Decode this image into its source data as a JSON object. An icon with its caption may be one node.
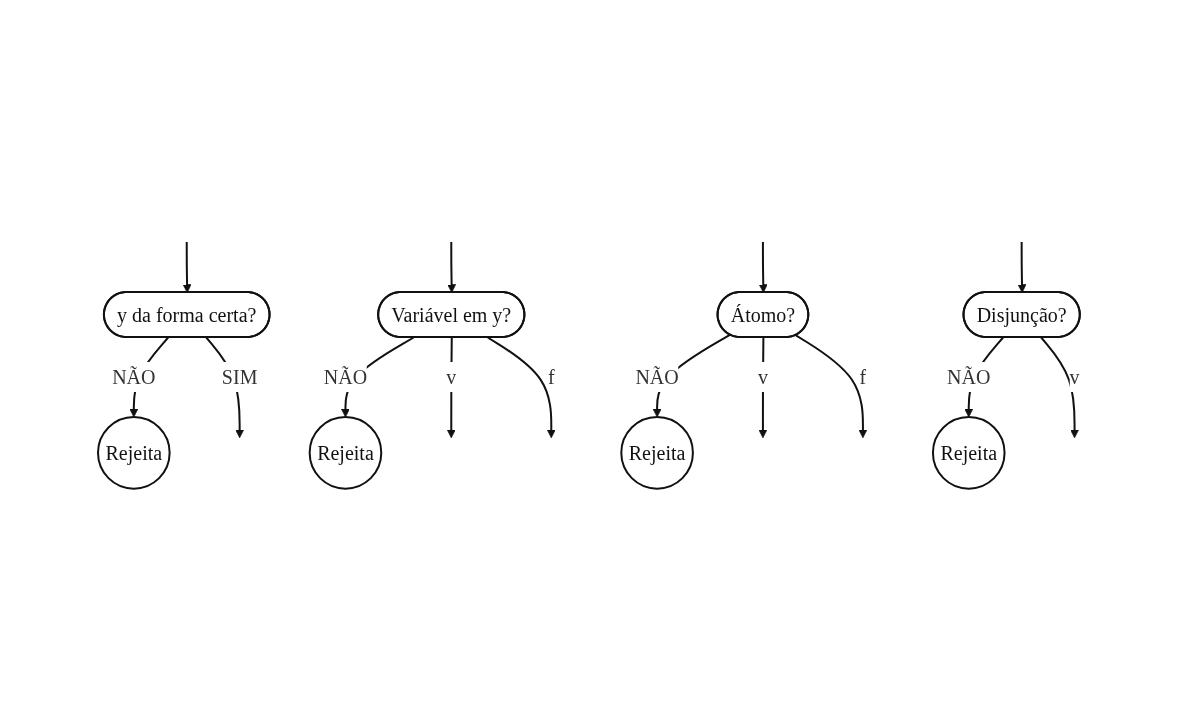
{
  "diagram": {
    "nodes": [
      {
        "text": [
          "y da forma certa?"
        ]
      },
      {
        "text": [
          "Rejeita"
        ]
      },
      {
        "text": [
          "Variável em y?"
        ]
      },
      {
        "text": [
          "Rejeita"
        ]
      },
      {
        "text": [
          "Átomo?"
        ]
      },
      {
        "text": [
          "Rejeita"
        ]
      },
      {
        "text": [
          "Disjunção?"
        ]
      },
      {
        "text": [
          "Rejeita"
        ]
      }
    ],
    "edges": [
      {
        "from": null,
        "to": 0,
        "arrow": "to"
      },
      {
        "from": 0,
        "to": 1,
        "arrow": "to",
        "label": "NÃO"
      },
      {
        "from": 0,
        "to": null,
        "arrow": "to",
        "label": "SIM"
      },
      {
        "from": null,
        "to": 2,
        "arrow": "to"
      },
      {
        "from": 2,
        "to": 3,
        "arrow": "to",
        "label": "NÃO"
      },
      {
        "from": 2,
        "to": null,
        "arrow": "to",
        "label": "v"
      },
      {
        "from": 2,
        "to": null,
        "arrow": "to",
        "label": "f"
      },
      {
        "from": null,
        "to": 4,
        "arrow": "to"
      },
      {
        "from": 4,
        "to": 5,
        "arrow": "to",
        "label": "NÃO"
      },
      {
        "from": 4,
        "to": null,
        "arrow": "to",
        "label": "v"
      },
      {
        "from": 4,
        "to": null,
        "arrow": "to",
        "label": "f"
      },
      {
        "from": null,
        "to": 6,
        "arrow": "to"
      },
      {
        "from": 6,
        "to": 7,
        "arrow": "to",
        "label": "NÃO"
      },
      {
        "from": 6,
        "to": null,
        "arrow": "to",
        "label": "v"
      }
    ]
  }
}
